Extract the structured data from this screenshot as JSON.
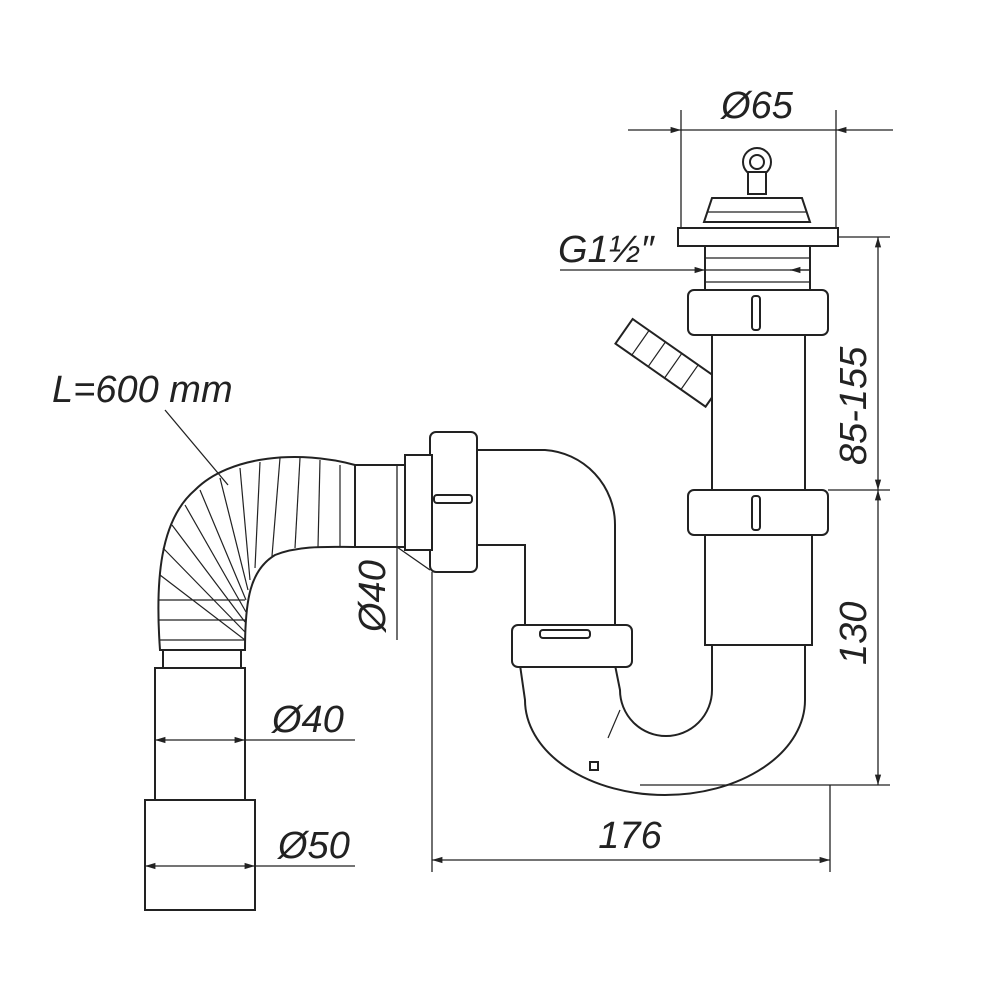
{
  "drawing": {
    "labels": {
      "top_diameter": "Ø65",
      "thread": "G1½″",
      "height_adjustable": "85-155",
      "height_lower": "130",
      "width": "176",
      "hose_length": "L=600 mm",
      "hose_diameter": "Ø40",
      "outlet_small": "Ø40",
      "outlet_large": "Ø50"
    },
    "colors": {
      "line": "#222222",
      "background": "#ffffff"
    }
  }
}
